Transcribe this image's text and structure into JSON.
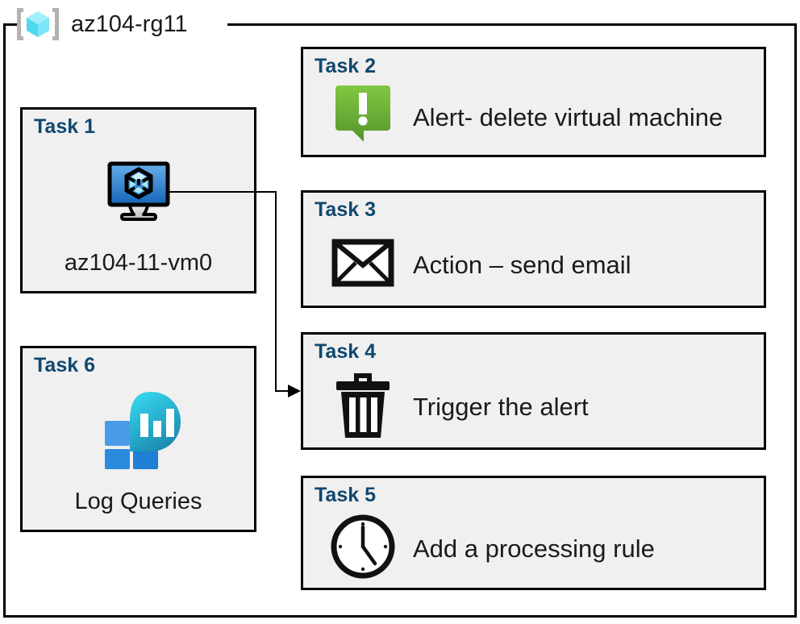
{
  "resource_group": {
    "icon": "azure-resource-group-icon",
    "title": "az104-rg11"
  },
  "colors": {
    "task_label": "#10486f",
    "box_fill": "#f0f0f0",
    "box_border": "#000000",
    "alert_green_light": "#7ec142",
    "alert_green_dark": "#5a9a28",
    "vm_blue_light": "#5aa7e8",
    "vm_blue_dark": "#1565b8",
    "log_cyan": "#31d3e8",
    "log_teal": "#1b8ab0",
    "log_square_light": "#4a9be8",
    "log_square_dark": "#1e7fd4",
    "rg_icon_cube": "#8fe8f5",
    "rg_icon_bracket": "#b3b3b3"
  },
  "tasks": [
    {
      "id": "task1",
      "label": "Task 1",
      "icon": "virtual-machine-icon",
      "caption": "az104-11-vm0",
      "column": "left"
    },
    {
      "id": "task2",
      "label": "Task 2",
      "icon": "alert-exclamation-icon",
      "caption": "Alert- delete virtual machine",
      "column": "right"
    },
    {
      "id": "task3",
      "label": "Task 3",
      "icon": "envelope-icon",
      "caption": "Action – send email",
      "column": "right"
    },
    {
      "id": "task4",
      "label": "Task 4",
      "icon": "trash-can-icon",
      "caption": "Trigger  the alert",
      "column": "right"
    },
    {
      "id": "task5",
      "label": "Task 5",
      "icon": "clock-icon",
      "caption": "Add a processing  rule",
      "column": "right"
    },
    {
      "id": "task6",
      "label": "Task 6",
      "icon": "log-analytics-icon",
      "caption": "Log Queries",
      "column": "left"
    }
  ],
  "connector": {
    "from": "task1-vm-icon",
    "to": "task4-box",
    "arrow": "arrowhead-right-icon"
  }
}
